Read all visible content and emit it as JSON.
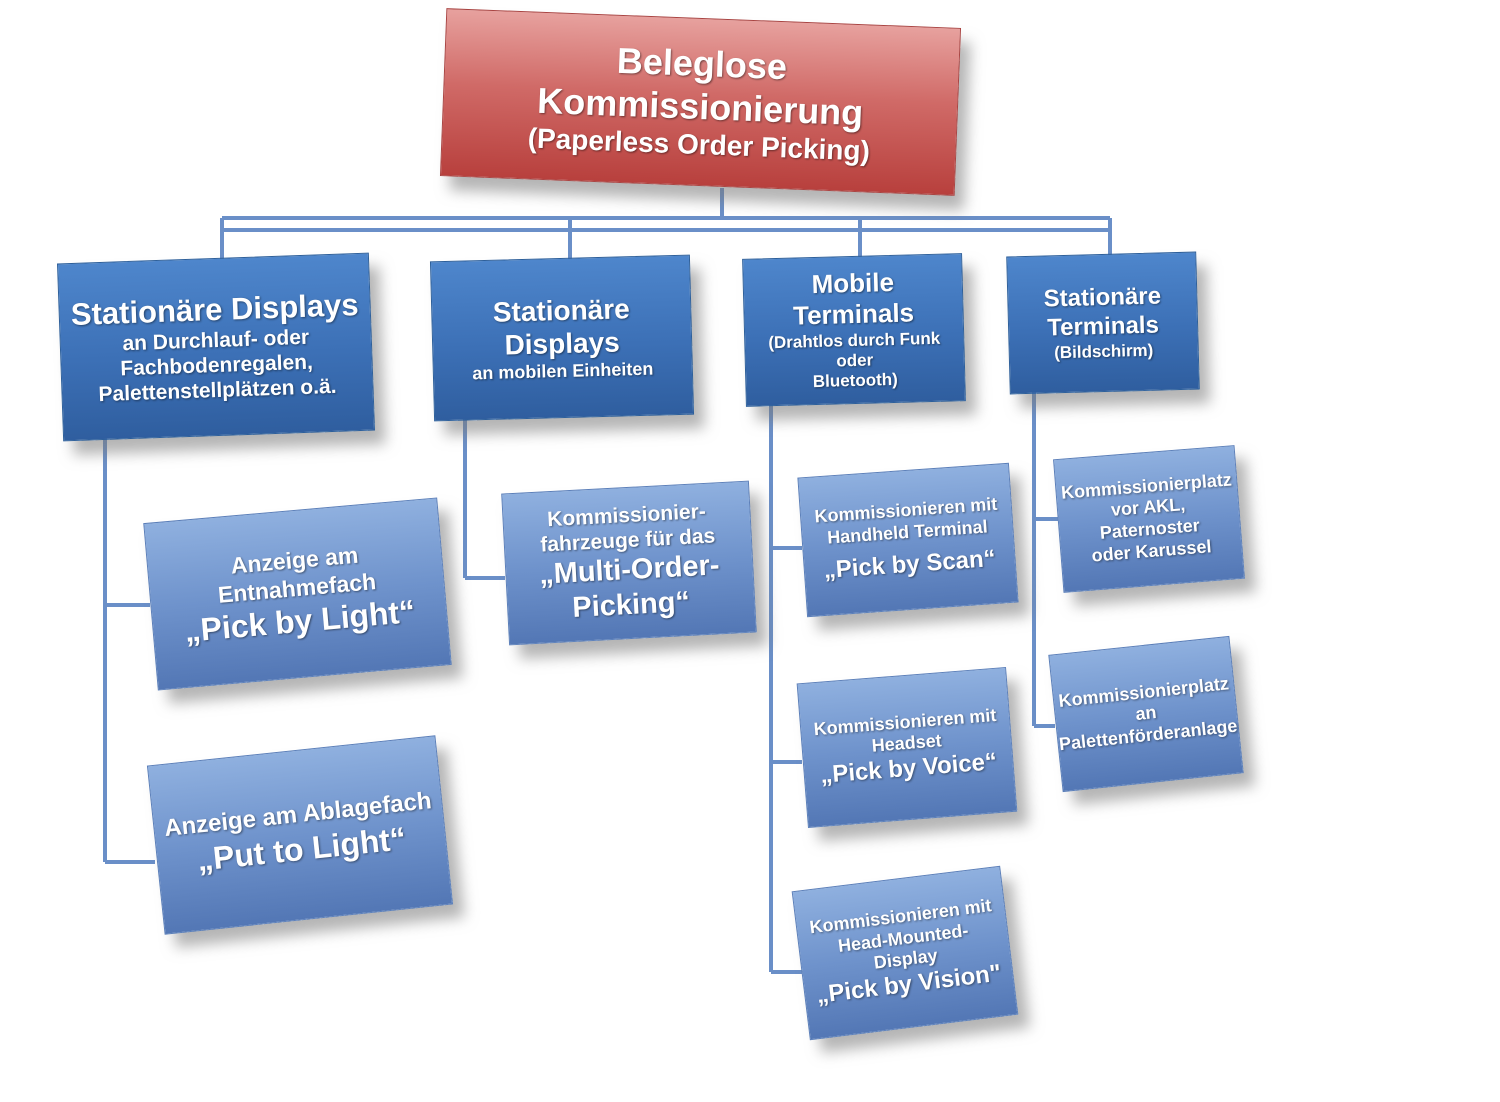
{
  "root": {
    "title": "Beleglose Kommissionierung",
    "subtitle": "(Paperless Order Picking)"
  },
  "categories": [
    {
      "title": "Stationäre Displays",
      "lines": [
        "an Durchlauf- oder",
        "Fachbodenregalen,",
        "Palettenstellplätzen o.ä."
      ],
      "children": [
        {
          "lines": [
            "Anzeige am",
            "Entnahmefach"
          ],
          "highlight": "„Pick by Light“"
        },
        {
          "lines": [
            "Anzeige am Ablagefach"
          ],
          "highlight": "„Put to Light“"
        }
      ]
    },
    {
      "title": "Stationäre Displays",
      "lines": [
        "an mobilen Einheiten"
      ],
      "children": [
        {
          "lines": [
            "Kommissionier-",
            "fahrzeuge für das"
          ],
          "highlight": "„Multi-Order-",
          "highlight2": "Picking“"
        }
      ]
    },
    {
      "title": "Mobile Terminals",
      "lines": [
        "(Drahtlos durch Funk oder",
        "Bluetooth)"
      ],
      "children": [
        {
          "lines": [
            "Kommissionieren mit",
            "Handheld Terminal"
          ],
          "highlight": "„Pick by Scan“"
        },
        {
          "lines": [
            "Kommissionieren mit",
            "Headset"
          ],
          "highlight": "„Pick by Voice“"
        },
        {
          "lines": [
            "Kommissionieren mit",
            "Head-Mounted-Display"
          ],
          "highlight": "„Pick by Vision\""
        }
      ]
    },
    {
      "title1": "Stationäre",
      "title2": "Terminals",
      "lines": [
        "(Bildschirm)"
      ],
      "children": [
        {
          "lines": [
            "Kommissionierplatz",
            "vor AKL, Paternoster",
            "oder Karussel"
          ]
        },
        {
          "lines": [
            "Kommissionierplatz",
            "an",
            "Palettenförderanlage"
          ]
        }
      ]
    }
  ],
  "colors": {
    "root_fill": "#c0504d",
    "category_fill": "#3c70b6",
    "child_fill": "#6f93cc",
    "connector": "#4f81bd"
  }
}
